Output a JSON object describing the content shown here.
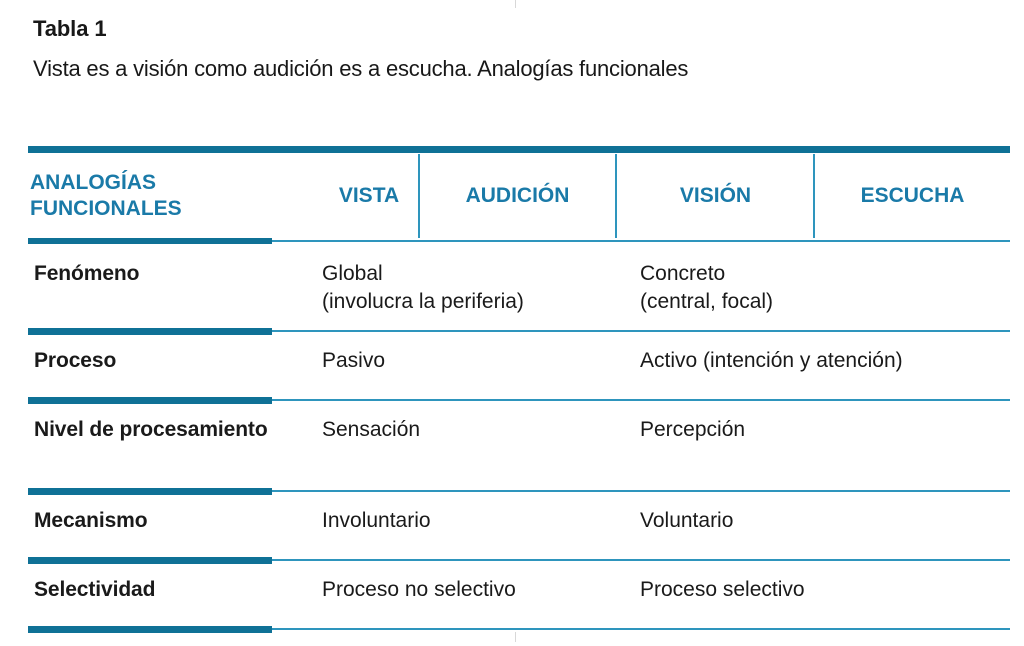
{
  "caption": {
    "label": "Tabla 1",
    "text": "Vista es a visión como audición es a escucha. Analogías funcionales"
  },
  "colors": {
    "rule_dark": "#0f7196",
    "rule_light": "#2e95bd",
    "header_text": "#1a7aa8",
    "body_text": "#1a1a1a",
    "background": "#ffffff"
  },
  "table": {
    "headers": [
      "ANALOGÍAS FUNCIONALES",
      "VISTA",
      "AUDICIÓN",
      "VISIÓN",
      "ESCUCHA"
    ],
    "rows": [
      {
        "label": "Fenómeno",
        "sensory": "Global\n(involucra la periferia)",
        "perceptual": "Concreto\n(central, focal)"
      },
      {
        "label": "Proceso",
        "sensory": "Pasivo",
        "perceptual": "Activo (intención y atención)"
      },
      {
        "label": "Nivel de procesamiento",
        "sensory": "Sensación",
        "perceptual": "Percepción"
      },
      {
        "label": "Mecanismo",
        "sensory": "Involuntario",
        "perceptual": "Voluntario"
      },
      {
        "label": "Selectividad",
        "sensory": "Proceso no selectivo",
        "perceptual": "Proceso selectivo"
      }
    ]
  }
}
